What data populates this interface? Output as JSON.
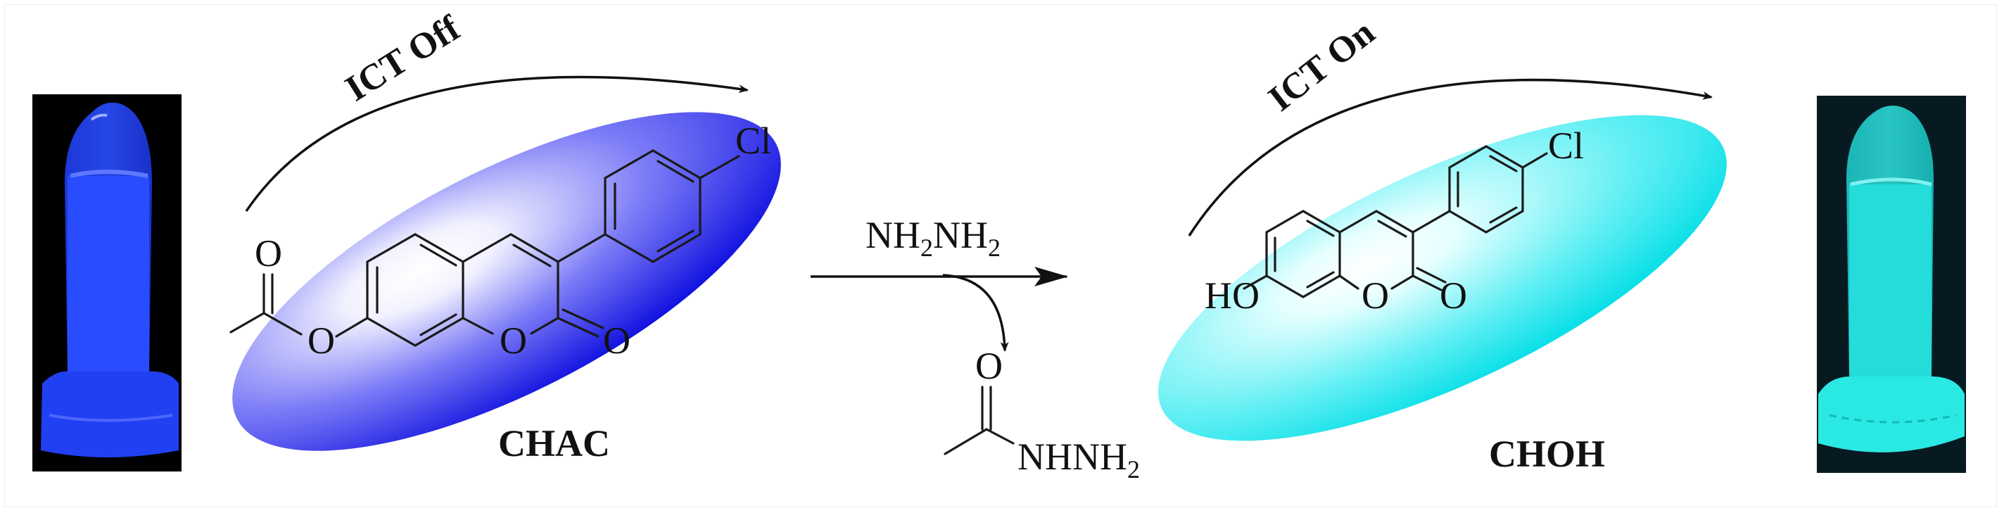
{
  "figure": {
    "type": "reaction-scheme",
    "background": "#ffffff"
  },
  "left_panel": {
    "photo": {
      "label": "vial-blue-fluorescence",
      "glow_color": "#1e3cff",
      "background": "#000000"
    },
    "molecule": {
      "name": "CHAC",
      "ellipse_color": "#1a14e6",
      "ict_label": "ICT Off",
      "atoms": {
        "carbonyl_o": "O",
        "ester_o": "O",
        "ring_o": "O",
        "lactone_o": "O",
        "halogen": "Cl"
      }
    }
  },
  "reaction": {
    "reagent_main": "NH",
    "reagent_sub1": "2",
    "reagent_mid": "NH",
    "reagent_sub2": "2",
    "byproduct": {
      "carbonyl_o": "O",
      "group_main": "NHNH",
      "group_sub": "2"
    }
  },
  "right_panel": {
    "molecule": {
      "name": "CHOH",
      "ellipse_color": "#00e5ee",
      "ict_label": "ICT On",
      "atoms": {
        "hydroxyl": "HO",
        "ring_o": "O",
        "lactone_o": "O",
        "halogen": "Cl"
      }
    },
    "photo": {
      "label": "vial-cyan-fluorescence",
      "glow_color": "#22d9d6",
      "background": "#071a22"
    }
  }
}
